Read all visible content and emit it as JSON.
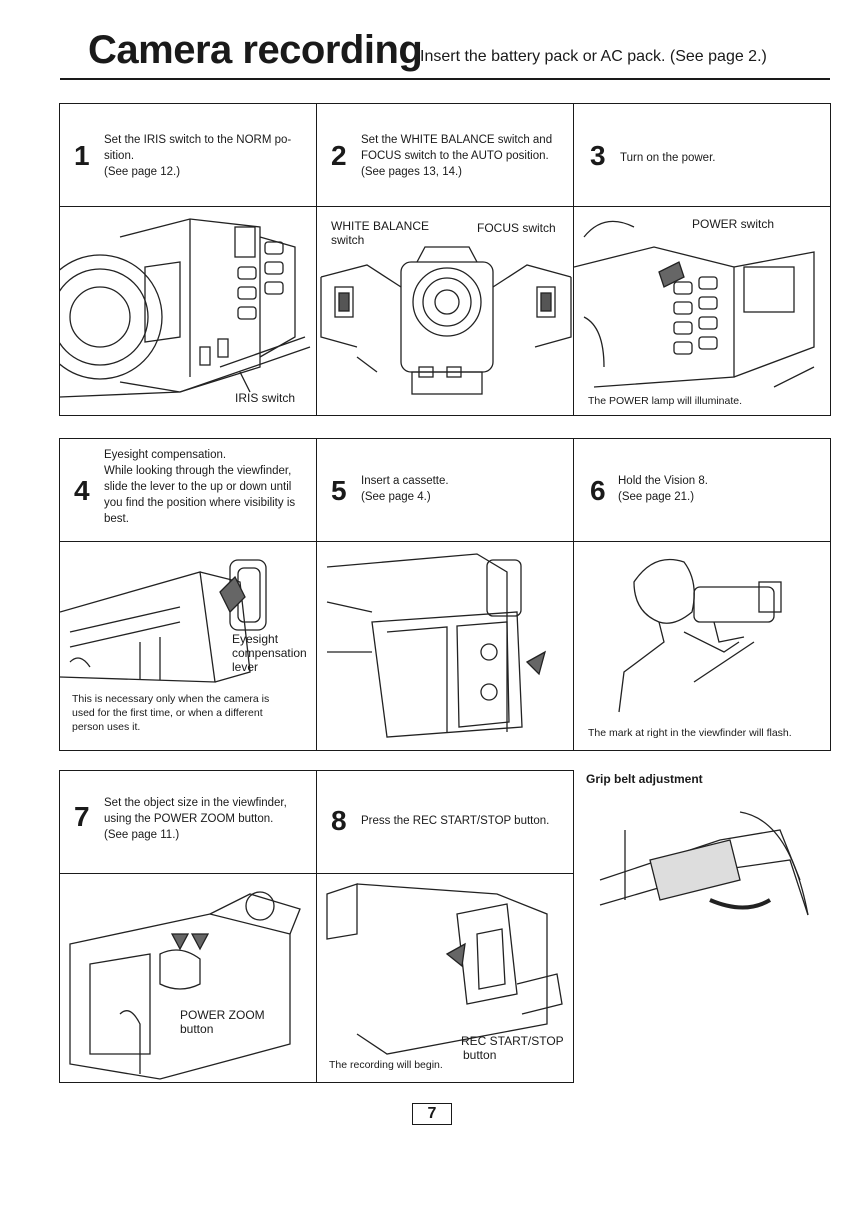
{
  "header": {
    "title": "Camera recording",
    "subtitle": "Insert the battery pack or AC pack. (See page 2.)"
  },
  "steps": [
    {
      "number": "1",
      "lines": [
        "Set the IRIS switch to the NORM po-",
        "sition.",
        "(See page 12.)"
      ],
      "labels": [
        "IRIS switch"
      ]
    },
    {
      "number": "2",
      "lines": [
        "Set the WHITE BALANCE switch and",
        "FOCUS switch to the AUTO position.",
        "(See pages 13, 14.)"
      ],
      "labels": [
        "WHITE BALANCE",
        "switch",
        "FOCUS switch"
      ]
    },
    {
      "number": "3",
      "lines": [
        "Turn on the power."
      ],
      "labels": [
        "POWER switch"
      ],
      "caption": "The POWER lamp will illuminate."
    },
    {
      "number": "4",
      "lines": [
        "Eyesight compensation.",
        "While looking through the viewfinder,",
        "slide the lever to the up or down until",
        "you find the position where visibility is",
        "best."
      ],
      "labels": [
        "Eyesight",
        "compensation",
        "lever"
      ],
      "caption_lines": [
        "This is necessary only when the camera is",
        "used for the first time, or when a different",
        "person uses it."
      ]
    },
    {
      "number": "5",
      "lines": [
        "Insert a cassette.",
        "(See page 4.)"
      ]
    },
    {
      "number": "6",
      "lines": [
        "Hold the Vision 8.",
        "(See page 21.)"
      ],
      "caption": "The mark at right in the viewfinder will flash."
    },
    {
      "number": "7",
      "lines": [
        "Set the object size in the viewfinder,",
        "using the POWER ZOOM button.",
        "(See page 11.)"
      ],
      "labels": [
        "POWER ZOOM",
        "button"
      ]
    },
    {
      "number": "8",
      "lines": [
        "Press the REC START/STOP button."
      ],
      "labels": [
        "REC START/STOP",
        "button"
      ],
      "caption": "The recording will begin."
    }
  ],
  "grip": {
    "title": "Grip belt adjustment"
  },
  "page_number": "7"
}
